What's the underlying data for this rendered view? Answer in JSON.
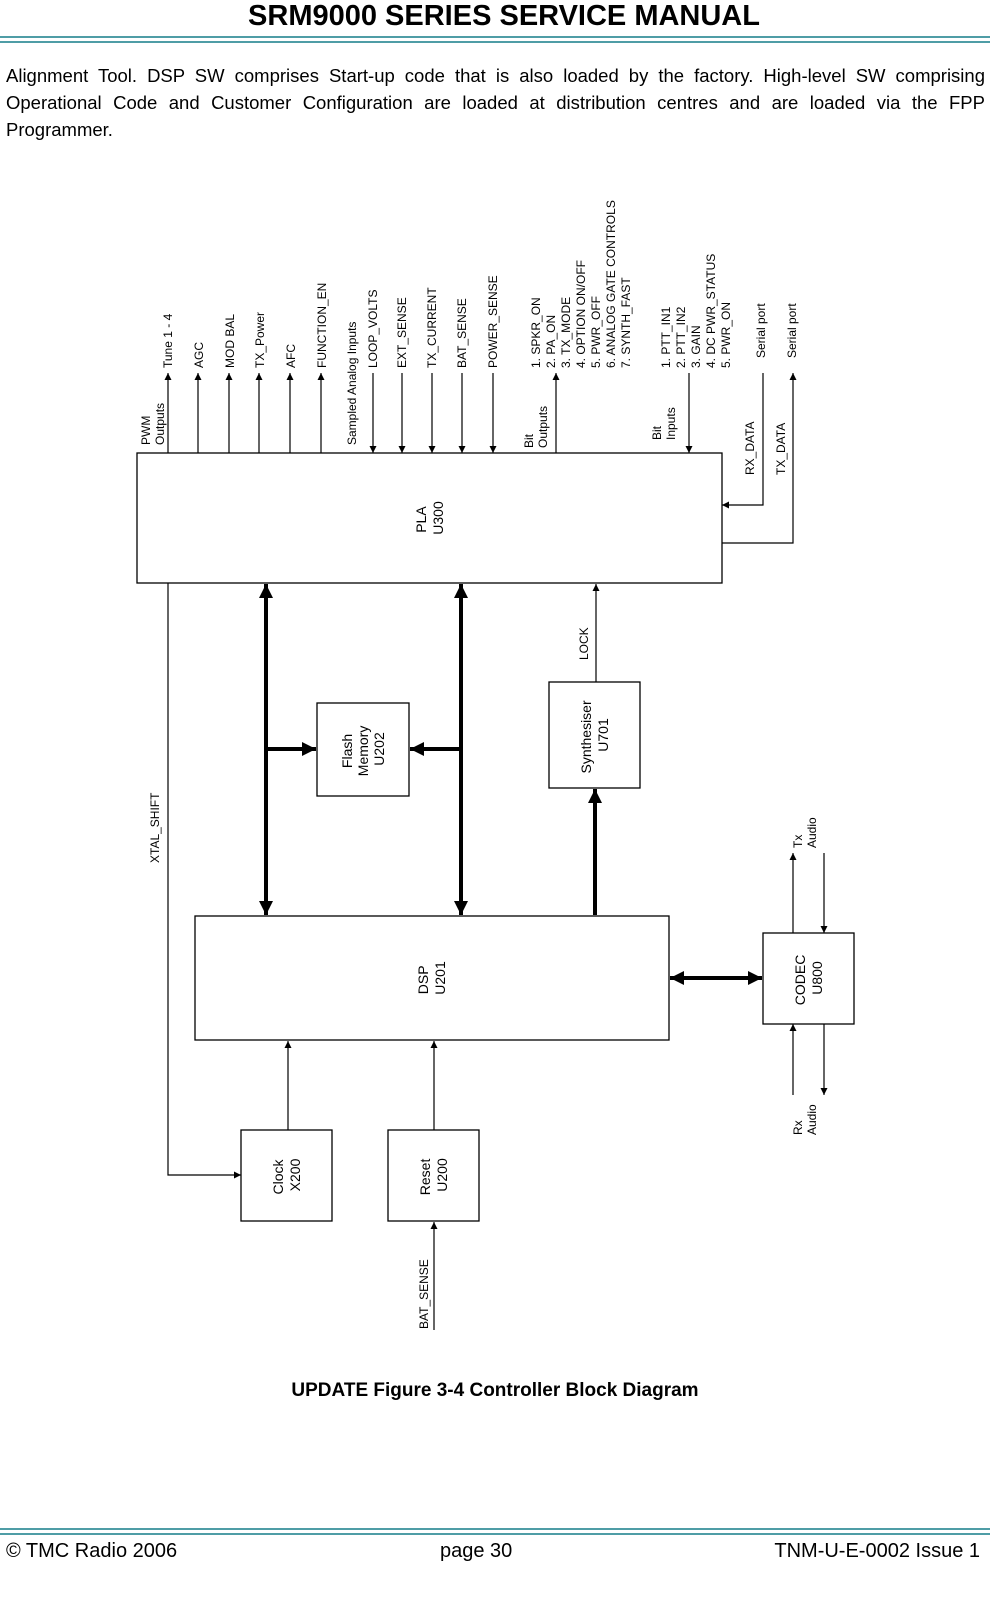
{
  "header": {
    "title": "SRM9000 SERIES SERVICE MANUAL"
  },
  "intro": "Alignment Tool. DSP SW comprises Start-up code that is also loaded by the factory. High-level SW comprising Operational Code and Customer Configuration are loaded at distribution centres and are loaded via the FPP Programmer.",
  "diagram": {
    "blocks": {
      "pla": [
        "PLA",
        "U300"
      ],
      "flash": [
        "Flash",
        "Memory",
        "U202"
      ],
      "synth": [
        "Synthesiser",
        "U701"
      ],
      "dsp": [
        "DSP",
        "U201"
      ],
      "codec": [
        "CODEC",
        "U800"
      ],
      "clock": [
        "Clock",
        "X200"
      ],
      "reset": [
        "Reset",
        "U200"
      ]
    },
    "pwm_group": [
      "PWM",
      "Outputs"
    ],
    "pwm_outputs": [
      "Tune 1 - 4",
      "AGC",
      "MOD BAL",
      "TX_Power",
      "AFC",
      "FUNCTION_EN"
    ],
    "sampled_label": "Sampled Analog Inputs",
    "analog_inputs": [
      "LOOP_VOLTS",
      "EXT_SENSE",
      "TX_CURRENT",
      "BAT_SENSE",
      "POWER_SENSE"
    ],
    "bit_outputs_group": [
      "Bit",
      "Outputs"
    ],
    "bit_outputs": [
      "1. SPKR_ON",
      "2. PA_ON",
      "3. TX_MODE",
      "4. OPTION ON/OFF",
      "5. PWR_OFF",
      "6. ANALOG GATE CONTROLS",
      "7. SYNTH_FAST"
    ],
    "bit_inputs_group": [
      "Bit",
      "Inputs"
    ],
    "bit_inputs": [
      "1. PTT_IN1",
      "2. PTT_IN2",
      "3. GAIN",
      "4. DC PWR_STATUS",
      "5. PWR_ON"
    ],
    "serial_port_1": "Serial port",
    "serial_port_2": "Serial port",
    "rx_data": "RX_DATA",
    "tx_data": "TX_DATA",
    "lock": "LOCK",
    "xtal_shift": "XTAL_SHIFT",
    "tx_audio": [
      "Tx",
      "Audio"
    ],
    "rx_audio": [
      "Rx",
      "Audio"
    ],
    "bat_sense_in": "BAT_SENSE"
  },
  "caption": "UPDATE Figure 3-4 Controller Block Diagram",
  "footer": {
    "left": "© TMC Radio 2006",
    "center": "page 30",
    "right": "TNM-U-E-0002 Issue 1"
  }
}
